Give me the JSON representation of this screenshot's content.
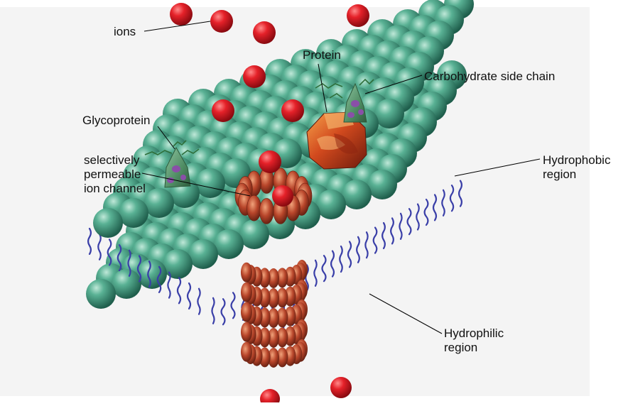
{
  "labels": {
    "ions": "ions",
    "protein": "Protein",
    "carbohydrate": "Carbohydrate side chain",
    "glycoprotein": "Glycoprotein",
    "channel": "selectively\npermeable\nion channel",
    "hydrophobic": "Hydrophobic\nregion",
    "hydrophilic": "Hydrophilic\nregion"
  },
  "colors": {
    "background_panel": "#f4f4f4",
    "lipid_head": "#3f9a80",
    "lipid_tail": "#3a3fa8",
    "ion": "#dd1c24",
    "channel_protein": "#b8452a",
    "protein": "#c2411c",
    "glycoprotein": "#5f9a73",
    "carbohydrate_chain": "#2e6e3a"
  }
}
